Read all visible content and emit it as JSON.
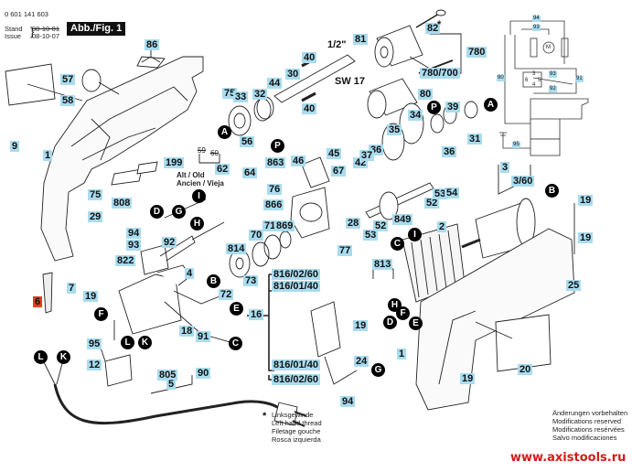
{
  "header": {
    "part_number": "0 601 141 603",
    "stand_label": "Stand",
    "issue_label": "Issue",
    "old_date": "08-10-01",
    "issue_date": "08-10-07",
    "figure_title": "Abb./Fig. 1"
  },
  "part_labels": {
    "p86": "86",
    "p57": "57",
    "p58": "58",
    "p9": "9",
    "p1a": "1",
    "p75a": "75",
    "p29": "29",
    "p808": "808",
    "p199": "199",
    "p75b": "75",
    "p33": "33",
    "p32": "32",
    "p44": "44",
    "p30": "30",
    "p40a": "40",
    "p40b": "40",
    "p81": "81",
    "p82": "82",
    "p780": "780",
    "p780_700": "780/700",
    "p80": "80",
    "p39": "39",
    "p34": "34",
    "p31": "31",
    "p35": "35",
    "p36a": "36",
    "p36b": "36",
    "p56": "56",
    "p62": "62",
    "p64": "64",
    "p863": "863",
    "p45": "45",
    "p46": "46",
    "p67": "67",
    "p42": "42",
    "p37": "37",
    "p76": "76",
    "p866": "866",
    "p52a": "52",
    "p53a": "53",
    "p54": "54",
    "p849": "849",
    "p28": "28",
    "p53b": "53",
    "p52b": "52",
    "p77": "77",
    "p71": "71",
    "p869": "869",
    "p70": "70",
    "p814": "814",
    "p73": "73",
    "p72": "72",
    "p94a": "94",
    "p93": "93",
    "p92": "92",
    "p822": "822",
    "p4": "4",
    "p7": "7",
    "p19a": "19",
    "p6": "6",
    "p95": "95",
    "p12": "12",
    "p18": "18",
    "p91": "91",
    "p90": "90",
    "p805": "805",
    "p5": "5",
    "p816_02_60a": "816/02/60",
    "p816_01_40a": "816/01/40",
    "p16": "16",
    "p816_01_40b": "816/01/40",
    "p816_02_60b": "816/02/60",
    "p19b": "19",
    "p24": "24",
    "p94b": "94",
    "p813": "813",
    "p2": "2",
    "p3": "3",
    "p3_60": "3/60",
    "p19c": "19",
    "p19d": "19",
    "p25": "25",
    "p1b": "1",
    "p19e": "19",
    "p20": "20"
  },
  "callouts": {
    "A1": "A",
    "A2": "A",
    "A3": "A",
    "P1": "P",
    "P2": "P",
    "B1": "B",
    "B2": "B",
    "I1": "I",
    "I2": "I",
    "D1": "D",
    "D2": "D",
    "G1": "G",
    "G2": "G",
    "H1": "H",
    "H2": "H",
    "E1": "E",
    "E2": "E",
    "F1": "F",
    "F2": "F",
    "C1": "C",
    "C2": "C",
    "L1": "L",
    "L2": "L",
    "K1": "K",
    "K2": "K"
  },
  "annotations": {
    "half_inch": "1/2\"",
    "sw17": "SW 17",
    "star": "*",
    "old_59": "59",
    "old_60": "60",
    "alt_old": "Alt / Old",
    "ancien_vieja": "Ancien / Vieja"
  },
  "wiring": {
    "w94": "94",
    "w93a": "93",
    "w90": "90",
    "w91": "91",
    "w93b": "93",
    "w92": "92",
    "w95": "95",
    "pin3": "3",
    "pin6": "6",
    "pin5": "5",
    "pin4": "4",
    "motor": "M"
  },
  "footnote": {
    "star": "*",
    "lines": [
      "Linksgewinde",
      "Left hand thread",
      "Filetage gouche",
      "Rosca izquierda"
    ]
  },
  "modifications": {
    "lines": [
      "Änderungen vorbehalten",
      "Modifications reserved",
      "Modifications resérvées",
      "Salvo modificaciones"
    ]
  },
  "watermark": "www.axistools.ru",
  "colors": {
    "label_bg": "#a9dcef",
    "highlight_label_bg": "#e0401f",
    "callout_bg": "#000000",
    "watermark": "#d41a1a"
  }
}
